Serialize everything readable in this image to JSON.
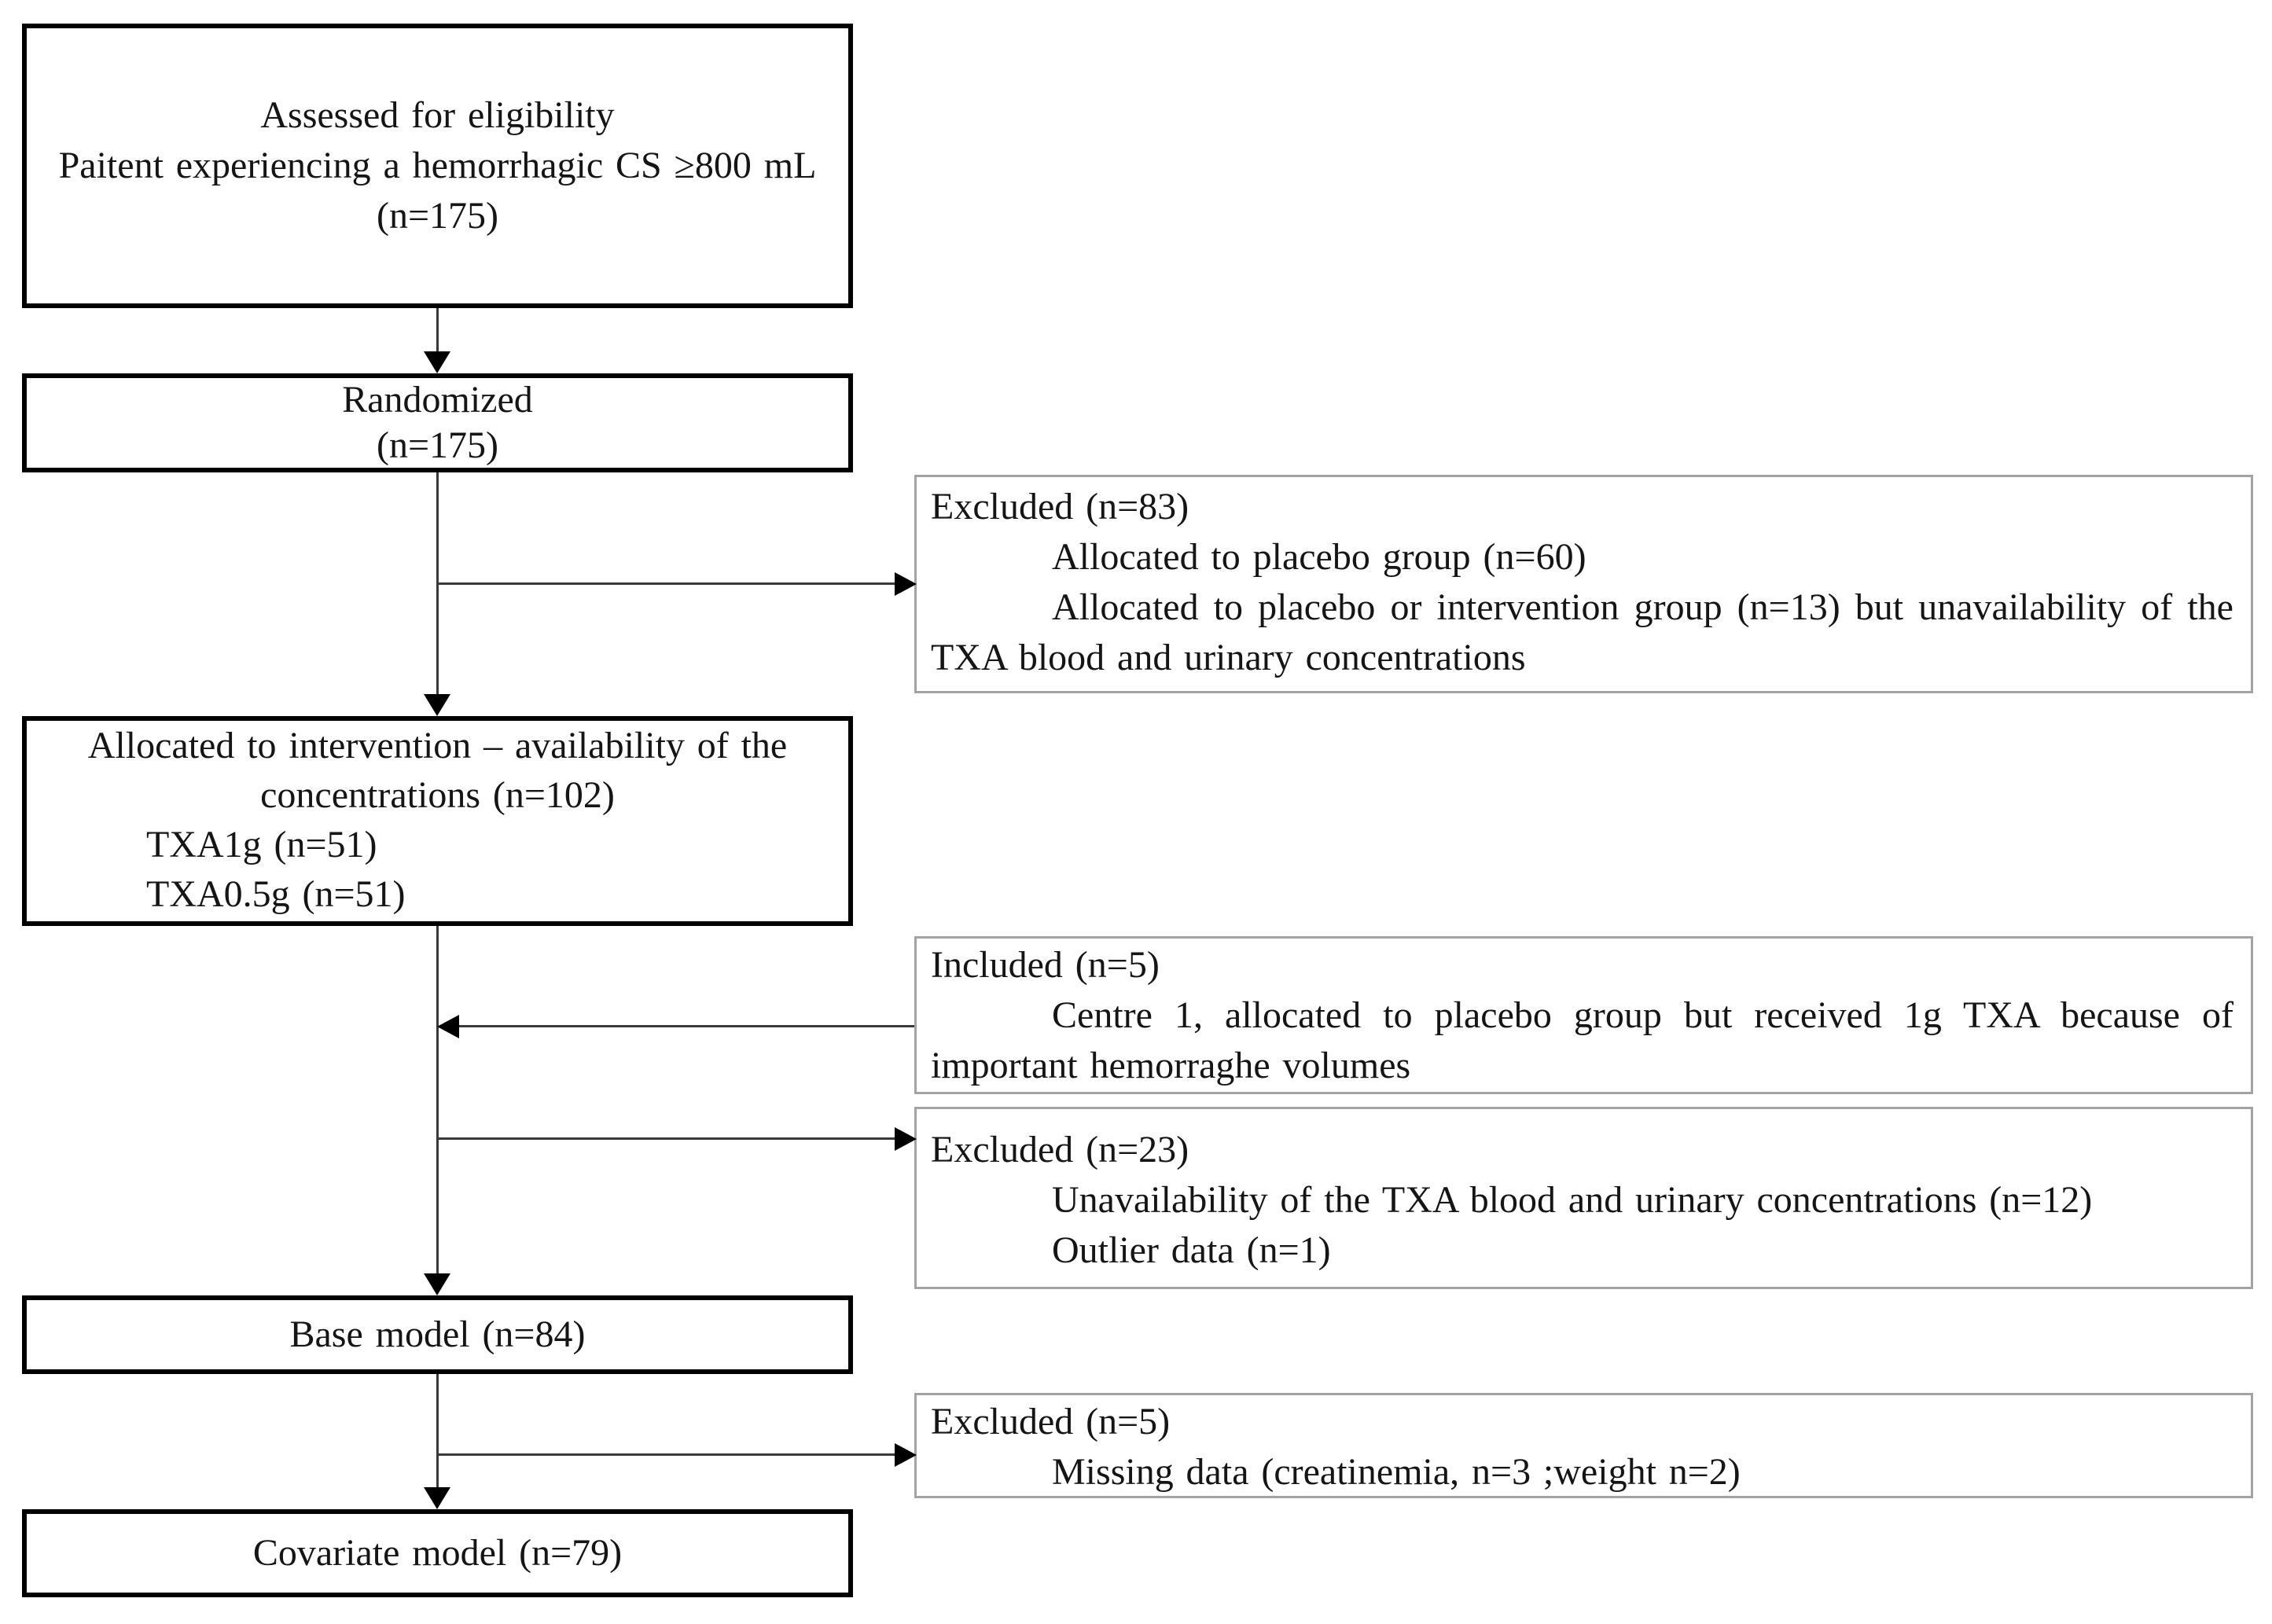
{
  "colors": {
    "background": "#ffffff",
    "primary_box_border": "#000000",
    "secondary_box_border": "#a3a3a3",
    "connector_line": "#3a3a3a",
    "arrowhead": "#000000",
    "text": "#151515"
  },
  "nodes": {
    "assessed": {
      "lines": [
        "Assessed for eligibility",
        "Paitent experiencing a hemorrhagic CS ≥800 mL",
        "(n=175)"
      ]
    },
    "randomized": {
      "lines": [
        "Randomized",
        "(n=175)"
      ]
    },
    "excluded_after_randomization": {
      "title": "Excluded (n=83)",
      "items": [
        "Allocated to placebo group (n=60)",
        "Allocated to placebo or intervention group (n=13) but unavailability of the TXA blood and urinary concentrations"
      ]
    },
    "allocated": {
      "headline": "Allocated to intervention – availability of the concentrations (n=102)",
      "items": [
        "TXA1g (n=51)",
        "TXA0.5g (n=51)"
      ]
    },
    "included": {
      "title": "Included (n=5)",
      "items": [
        "Centre 1, allocated to placebo group but received 1g TXA because of important hemorraghe volumes"
      ]
    },
    "excluded_before_base_model": {
      "title": "Excluded (n=23)",
      "items": [
        "Unavailability of the TXA blood and urinary concentrations (n=12)",
        "Outlier data (n=1)"
      ]
    },
    "base_model": {
      "lines": [
        "Base model (n=84)"
      ]
    },
    "excluded_before_covariate_model": {
      "title": "Excluded (n=5)",
      "items": [
        "Missing data (creatinemia, n=3 ;weight n=2)"
      ]
    },
    "covariate_model": {
      "lines": [
        "Covariate model (n=79)"
      ]
    }
  }
}
